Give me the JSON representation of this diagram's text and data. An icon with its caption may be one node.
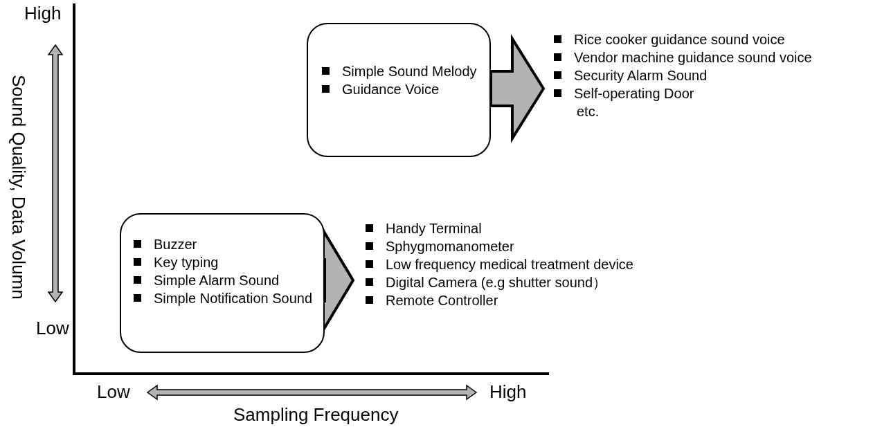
{
  "diagram": {
    "nodes": [
      {
        "text": [
          "Simple Sound Melody",
          "Guidance Voice"
        ]
      },
      {
        "text": [
          "Rice cooker guidance sound voice",
          "Vendor machine guidance sound voice",
          "Security Alarm Sound",
          "Self-operating Door",
          "etc."
        ]
      },
      {
        "text": [
          "Buzzer",
          "Key typing",
          "Simple Alarm Sound",
          "Simple Notification Sound"
        ]
      },
      {
        "text": [
          "Handy Terminal",
          "Sphygmomanometer",
          "Low frequency medical treatment device",
          "Digital Camera (e.g shutter sound）",
          "Remote Controller"
        ]
      }
    ],
    "edges": [
      {
        "from": 0,
        "to": 1,
        "arrow": "to"
      },
      {
        "from": 2,
        "to": 3,
        "arrow": "to"
      }
    ],
    "labels": [
      "High",
      "Sound Quality, Data Volumn",
      "Low",
      "Low",
      "High",
      "Sampling Frequency"
    ]
  }
}
